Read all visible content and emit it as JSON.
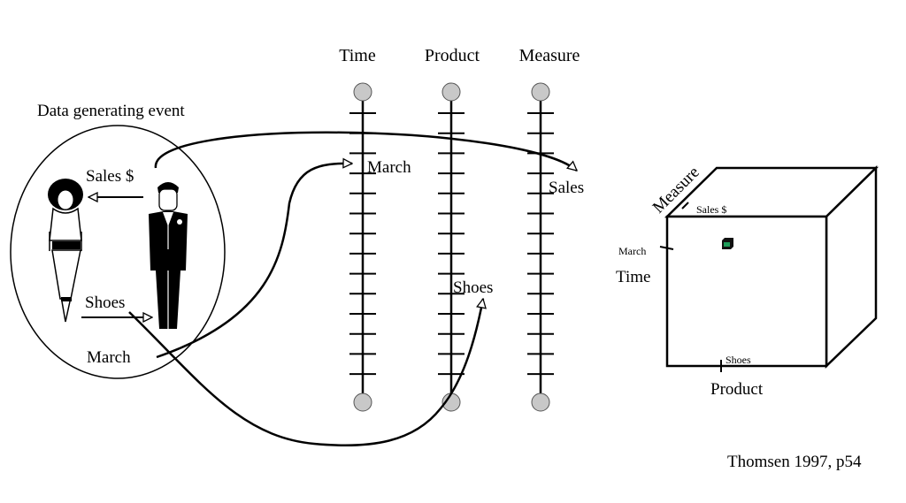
{
  "event": {
    "title": "Data generating event",
    "sales_label": "Sales $",
    "shoes_label": "Shoes",
    "march_label": "March"
  },
  "axes": [
    {
      "id": "time",
      "title": "Time",
      "marker": "March"
    },
    {
      "id": "product",
      "title": "Product",
      "marker": "Shoes"
    },
    {
      "id": "measure",
      "title": "Measure",
      "marker": "Sales"
    }
  ],
  "cube": {
    "measure_label": "Measure",
    "sales_label": "Sales $",
    "march_label": "March",
    "time_label": "Time",
    "shoes_label": "Shoes",
    "product_label": "Product",
    "cell_color": "#1f9d5a"
  },
  "citation": "Thomsen 1997, p54"
}
